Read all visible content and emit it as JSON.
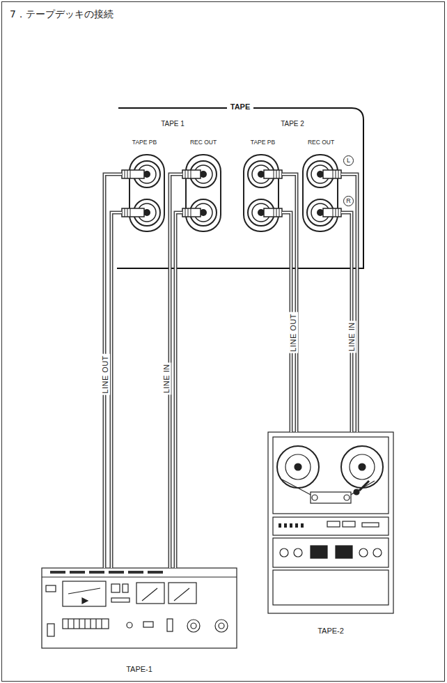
{
  "diagram": {
    "title": "7．テープデッキの接続",
    "nodes": [
      {
        "text": [
          "TAPE"
        ]
      },
      {
        "text": [
          "TAPE 1"
        ],
        "in": 0
      },
      {
        "text": [
          "TAPE PB"
        ],
        "in": 1
      },
      {
        "text": [
          "REC OUT"
        ],
        "in": 1
      },
      {
        "text": [
          "TAPE 2"
        ],
        "in": 0
      },
      {
        "text": [
          "TAPE PB"
        ],
        "in": 4
      },
      {
        "text": [
          "REC OUT"
        ],
        "in": 4
      },
      {
        "text": [
          "TAPE-1"
        ]
      },
      {
        "text": [
          "TAPE-2"
        ]
      }
    ],
    "edges": [
      {
        "from": 7,
        "to": 2,
        "label": "LINE OUT",
        "arrow": "none"
      },
      {
        "from": 3,
        "to": 7,
        "label": "LINE IN",
        "arrow": "none"
      },
      {
        "from": 8,
        "to": 5,
        "label": "LINE OUT",
        "arrow": "none"
      },
      {
        "from": 6,
        "to": 8,
        "label": "LINE IN",
        "arrow": "none"
      }
    ],
    "labels": [
      "L",
      "R"
    ]
  }
}
